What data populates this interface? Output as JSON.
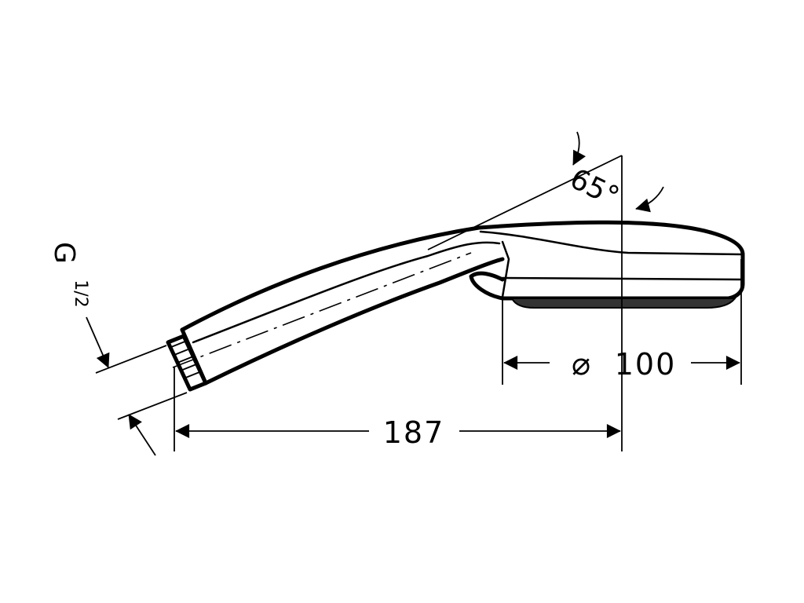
{
  "colors": {
    "line": "#000000",
    "background": "#ffffff",
    "spray_face": "#333333"
  },
  "dimensions": {
    "length": "187",
    "diameter_symbol": "⌀",
    "diameter": "100",
    "angle": "65°",
    "thread_letter": "G",
    "thread_size": "1/2"
  }
}
